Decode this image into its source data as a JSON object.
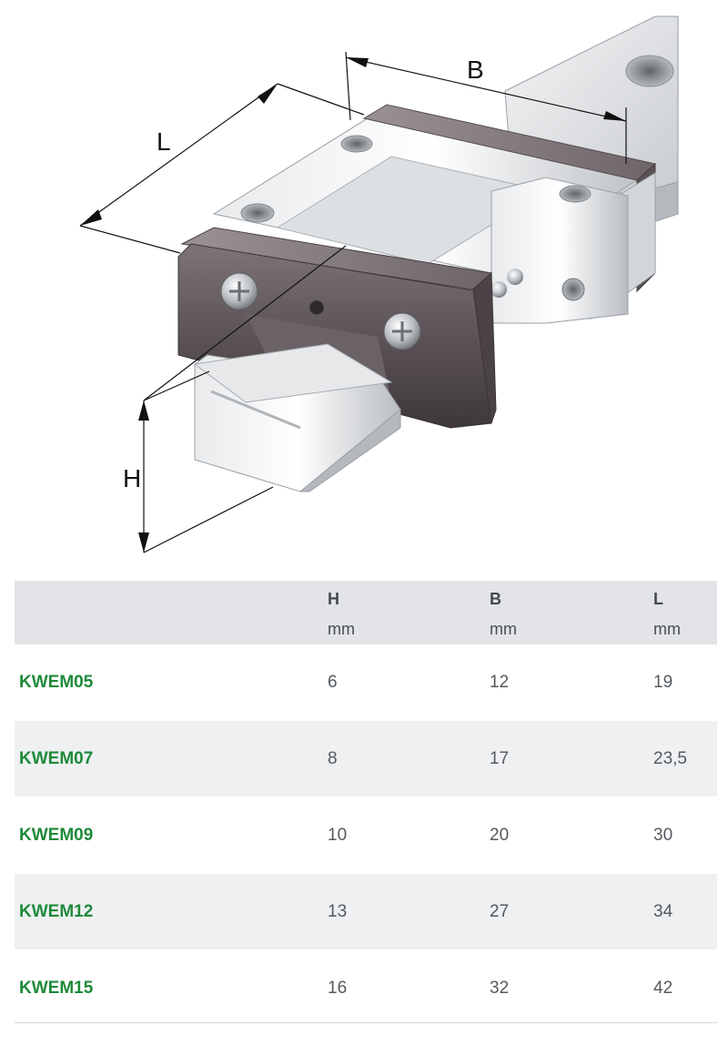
{
  "drawing": {
    "dim_labels": {
      "L": "L",
      "B": "B",
      "H": "H"
    }
  },
  "table": {
    "headers": [
      {
        "name": "",
        "unit": ""
      },
      {
        "name": "H",
        "unit": "mm"
      },
      {
        "name": "B",
        "unit": "mm"
      },
      {
        "name": "L",
        "unit": "mm"
      }
    ],
    "rows": [
      {
        "model": "KWEM05",
        "H": "6",
        "B": "12",
        "L": "19"
      },
      {
        "model": "KWEM07",
        "H": "8",
        "B": "17",
        "L": "23,5"
      },
      {
        "model": "KWEM09",
        "H": "10",
        "B": "20",
        "L": "30"
      },
      {
        "model": "KWEM12",
        "H": "13",
        "B": "27",
        "L": "34"
      },
      {
        "model": "KWEM15",
        "H": "16",
        "B": "32",
        "L": "42"
      }
    ]
  },
  "colors": {
    "model_text": "#1f8a3a",
    "header_bg": "#e2e4e7",
    "stripe_bg": "#eef0f2"
  }
}
